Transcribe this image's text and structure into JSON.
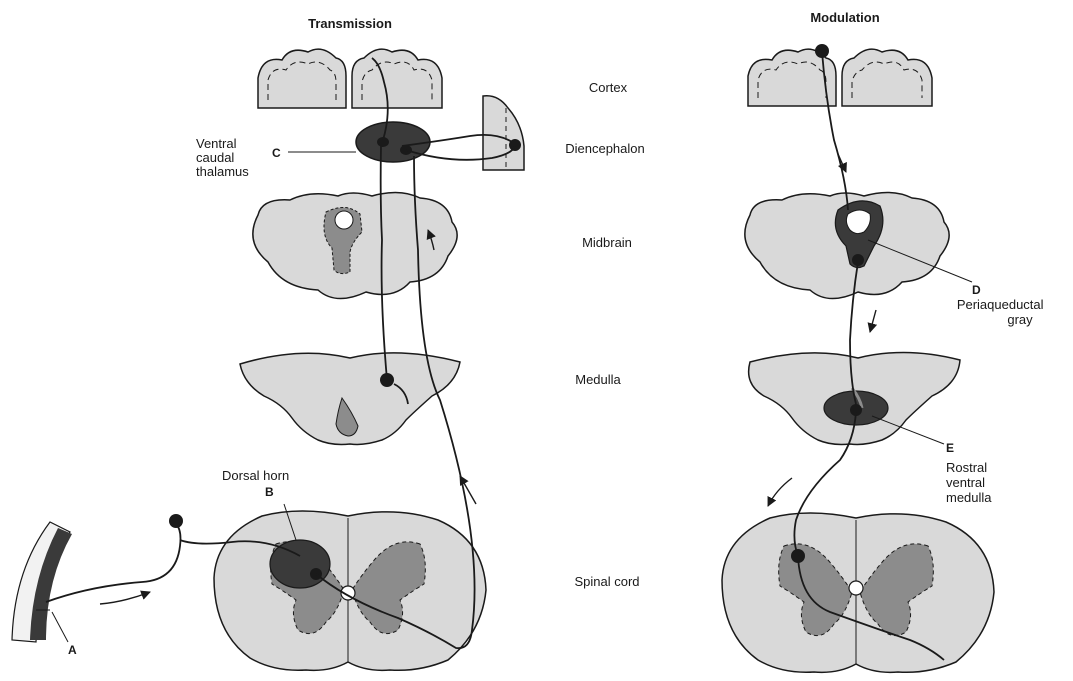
{
  "titles": {
    "transmission": "Transmission",
    "modulation": "Modulation"
  },
  "levels": {
    "cortex": "Cortex",
    "diencephalon": "Diencephalon",
    "midbrain": "Midbrain",
    "medulla": "Medulla",
    "spinal_cord": "Spinal cord"
  },
  "structures": {
    "ventral_caudal_thalamus": [
      "Ventral",
      "caudal",
      "thalamus"
    ],
    "dorsal_horn": "Dorsal horn",
    "periaqueductal_gray": [
      "Periaqueductal",
      "gray"
    ],
    "rostral_ventral_medulla": [
      "Rostral",
      "ventral",
      "medulla"
    ]
  },
  "letters": {
    "a": "A",
    "b": "B",
    "c": "C",
    "d": "D",
    "e": "E"
  },
  "colors": {
    "tissue_fill": "#d9d9d9",
    "gray_matter": "#8c8c8c",
    "nucleus": "#3a3a3a",
    "ink": "#1a1a1a"
  }
}
